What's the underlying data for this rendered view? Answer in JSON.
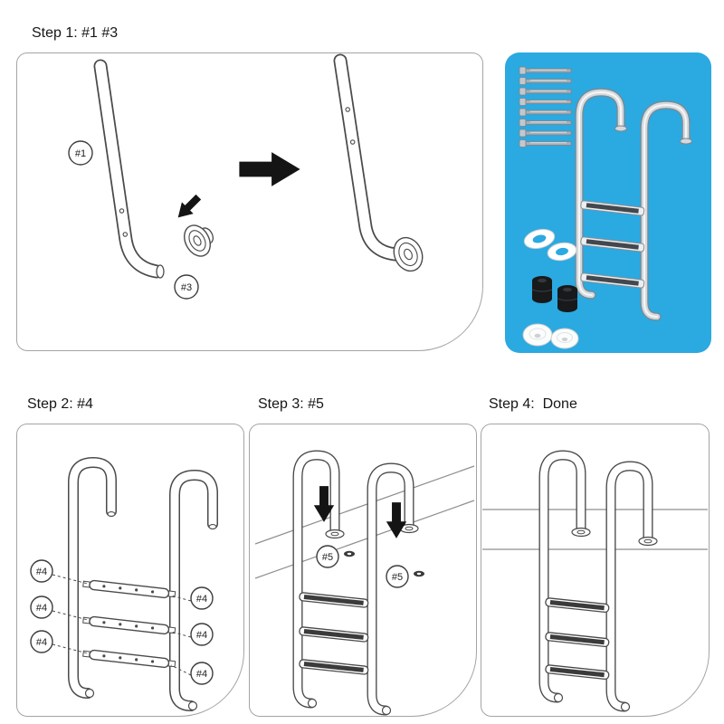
{
  "steps": {
    "step1": {
      "title": "Step 1: #1 #3",
      "part_labels": {
        "tube": "#1",
        "cap": "#3"
      }
    },
    "step2": {
      "title": "Step 2: #4",
      "part_labels": {
        "left_top": "#4",
        "left_middle": "#4",
        "left_bottom": "#4",
        "right_top": "#4",
        "right_middle": "#4",
        "right_bottom": "#4"
      }
    },
    "step3": {
      "title": "Step 3: #5",
      "part_labels": {
        "left": "#5",
        "right": "#5"
      }
    },
    "step4": {
      "title": "Step 4:  Done"
    }
  },
  "parts_panel": {
    "background_color": "#2BA9E1",
    "items": [
      "mounting-screws",
      "assembled-ladder",
      "white-washers",
      "rubber-bumpers",
      "white-caps"
    ]
  },
  "colors": {
    "background": "#ffffff",
    "line_art": "#4a4a4a",
    "arrow": "#141414",
    "panel_border": "#a4a4a4"
  }
}
